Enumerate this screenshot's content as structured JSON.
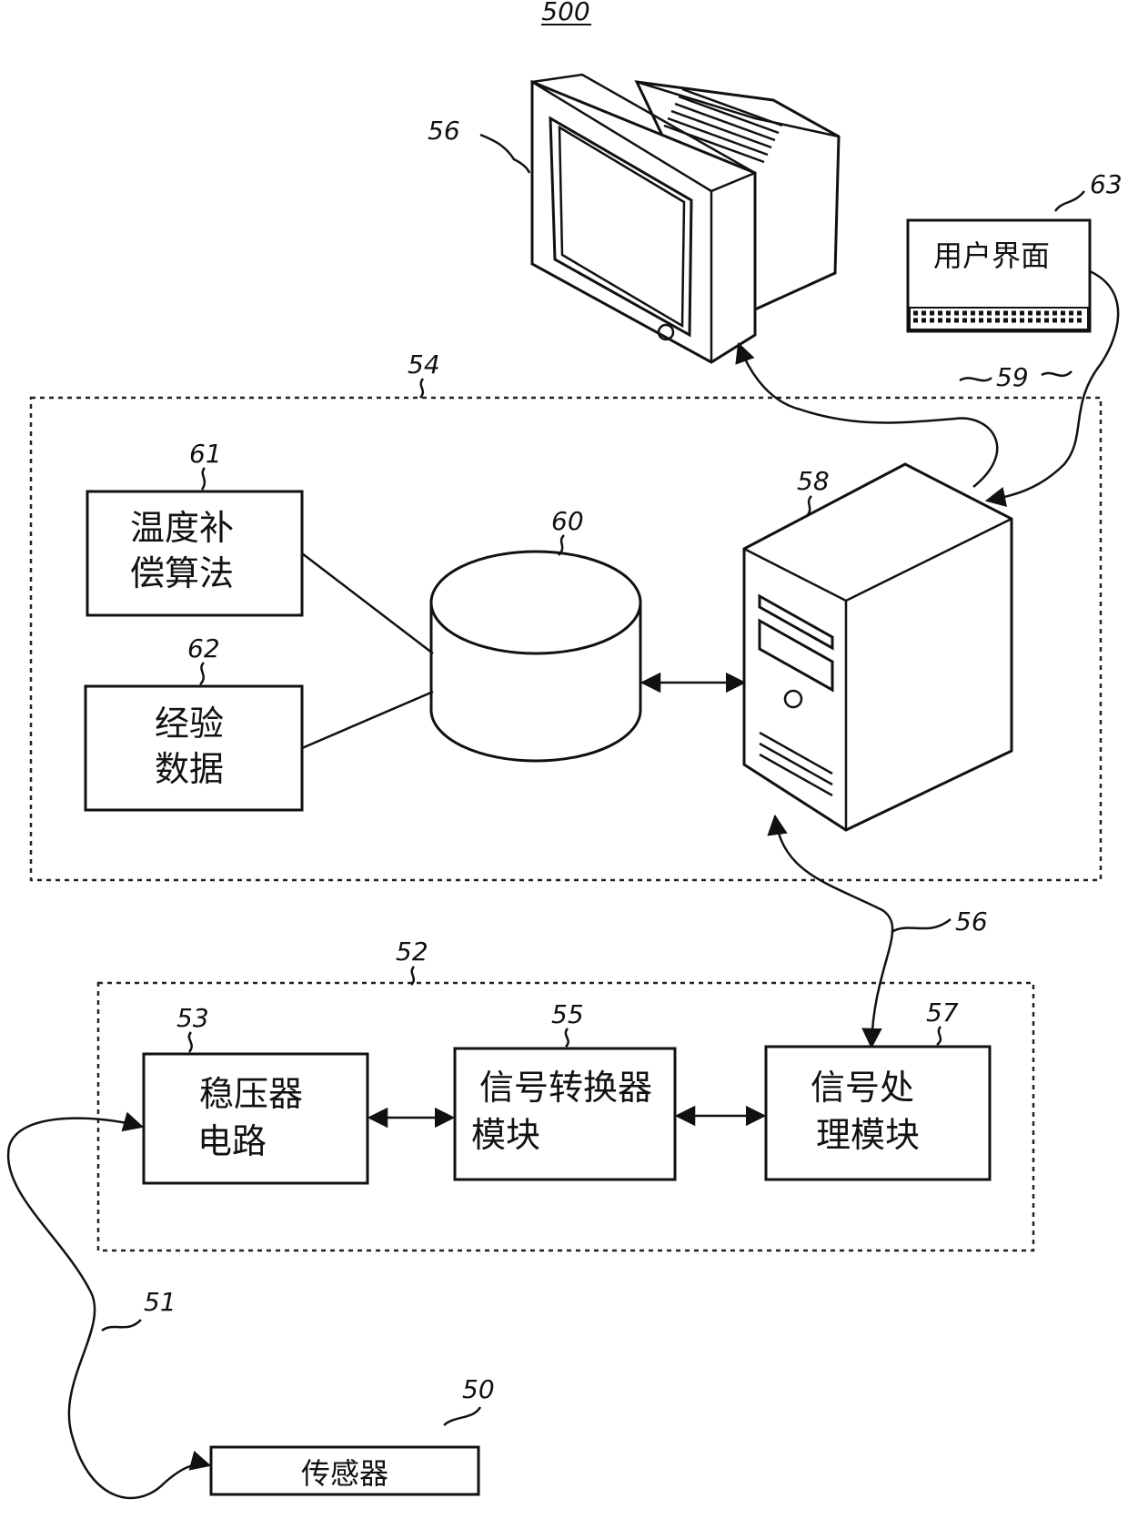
{
  "figure_number": "500",
  "refs": {
    "monitor": "56",
    "user_interface": "63",
    "link_59": "59",
    "system_54": "54",
    "algorithm": "61",
    "database": "60",
    "computer": "58",
    "empirical": "62",
    "link_56": "56",
    "module_52": "52",
    "regulator": "53",
    "converter": "55",
    "processor": "57",
    "cable": "51",
    "sensor": "50"
  },
  "labels": {
    "user_interface": "用户界面",
    "algorithm_line1": "温度补",
    "algorithm_line2": "偿算法",
    "empirical_line1": "经验",
    "empirical_line2": "数据",
    "regulator_line1": "稳压器",
    "regulator_line2": "电路",
    "converter_line1": "信号转换器",
    "converter_line2": "模块",
    "processor_line1": "信号处",
    "processor_line2": "理模块",
    "sensor": "传感器"
  }
}
